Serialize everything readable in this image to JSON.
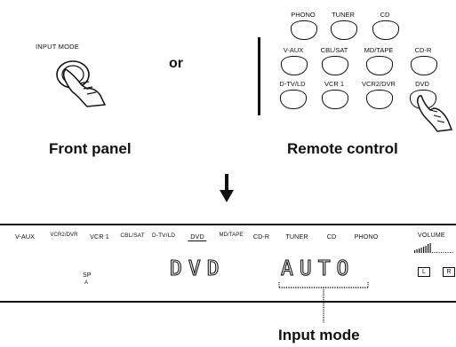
{
  "front_panel": {
    "button_label": "INPUT MODE",
    "caption": "Front panel"
  },
  "or_text": "or",
  "remote": {
    "caption": "Remote control",
    "buttons": [
      {
        "label": "PHONO"
      },
      {
        "label": "TUNER"
      },
      {
        "label": "CD"
      },
      {
        "label": "V-AUX"
      },
      {
        "label": "CBL/SAT"
      },
      {
        "label": "MD/TAPE"
      },
      {
        "label": "CD-R"
      },
      {
        "label": "D-TV/LD"
      },
      {
        "label": "VCR 1"
      },
      {
        "label": "VCR2/DVR"
      },
      {
        "label": "DVD"
      }
    ]
  },
  "display": {
    "sources": [
      "V-AUX",
      "VCR2/DVR",
      "VCR 1",
      "CBL/SAT",
      "D-TV/LD",
      "DVD",
      "MD/TAPE",
      "CD-R",
      "TUNER",
      "CD",
      "PHONO"
    ],
    "volume_label": "VOLUME",
    "sp_label": "SP",
    "sp_sub": "A",
    "main_text": "DVD",
    "mode_text": "AUTO",
    "left_indicator": "L",
    "right_indicator": "R"
  },
  "callout": "Input mode"
}
